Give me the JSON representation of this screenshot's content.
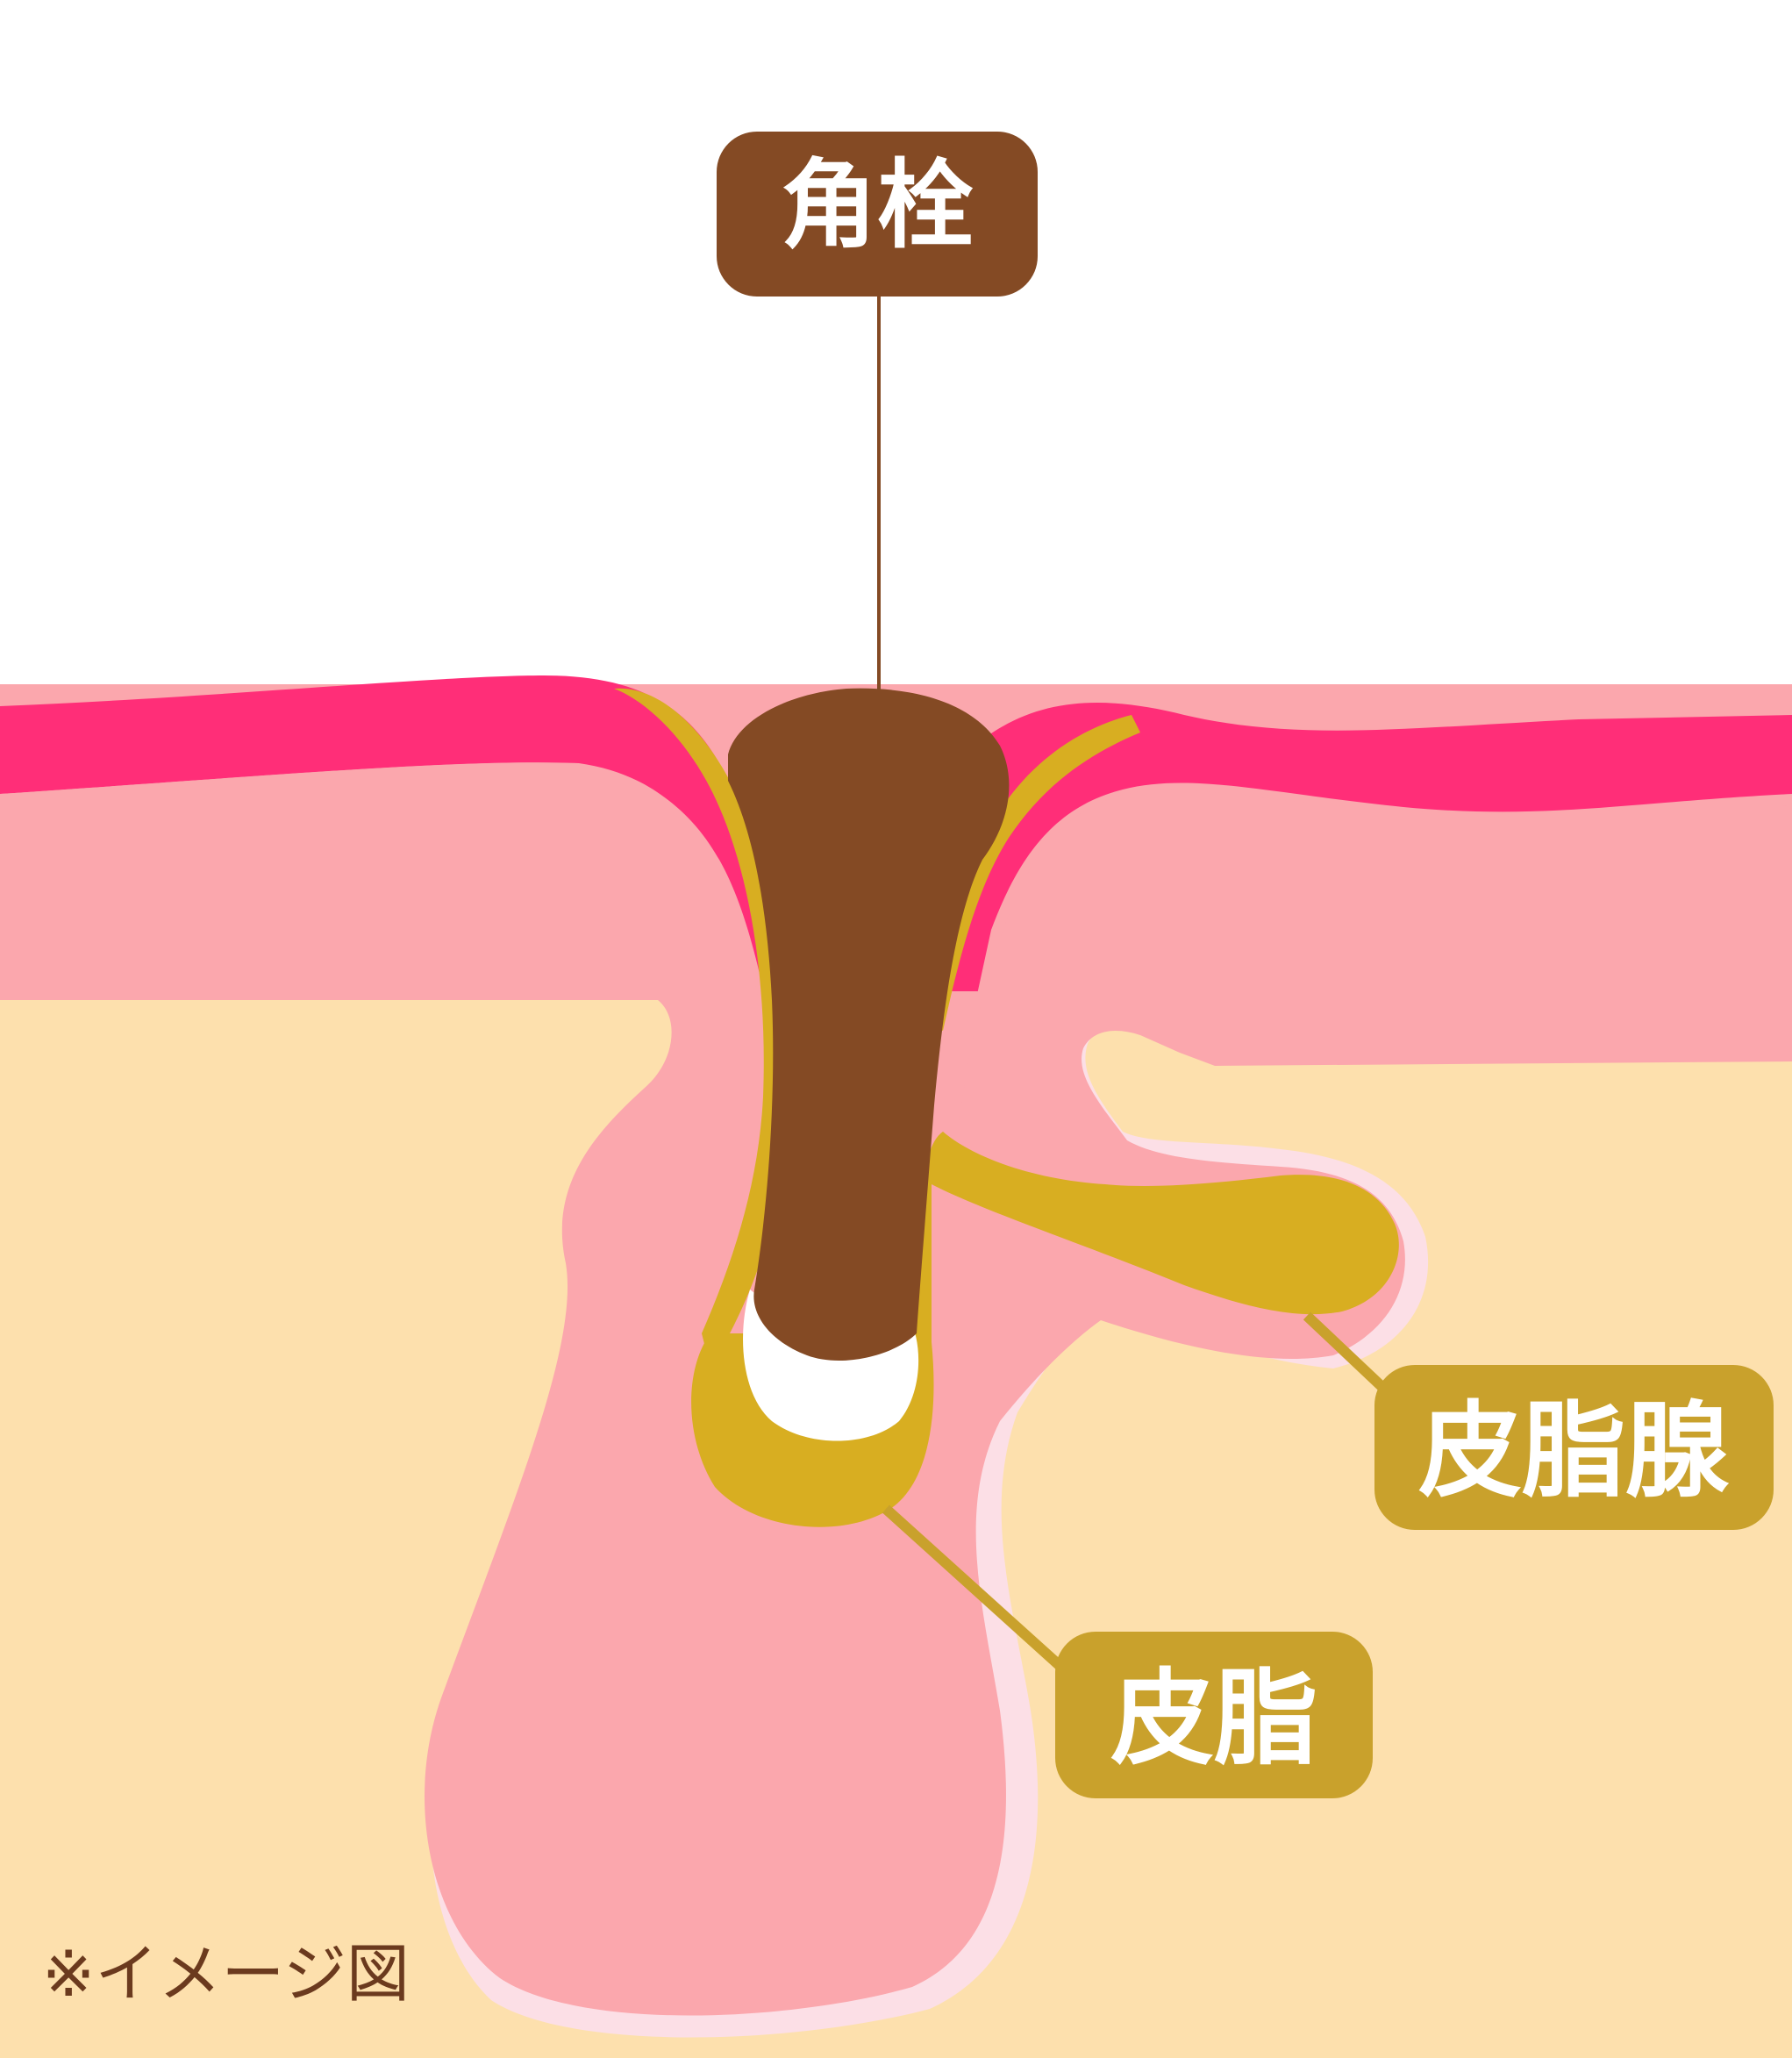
{
  "labels": {
    "plug": "角栓",
    "sebaceous_gland": "皮脂腺",
    "sebum": "皮脂"
  },
  "note": "※イメージ図",
  "colors": {
    "background": "#ffffff",
    "subcutis": "#fde0ad",
    "dermis_pink": "#fba7ad",
    "pale_outline": "#fcdfe6",
    "epidermis_magenta": "#ff2e78",
    "sebum_gold": "#d8ae21",
    "plug_brown": "#844a24",
    "plug_label_bg": "#844a24",
    "sebum_label_bg": "#c9a12c",
    "note_text": "#6b3a1e"
  }
}
